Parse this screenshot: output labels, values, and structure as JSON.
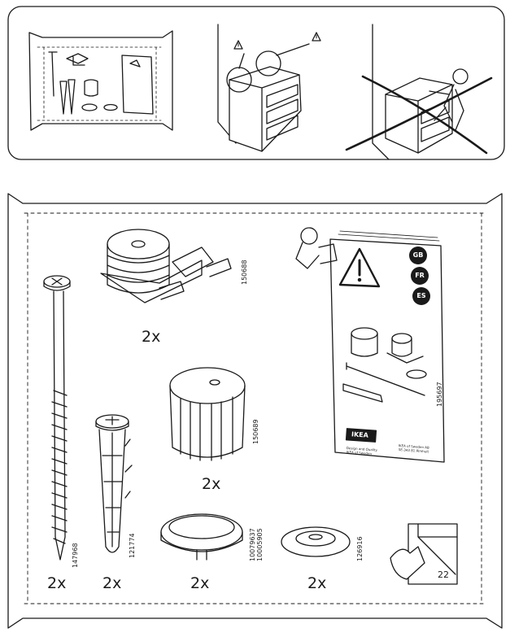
{
  "parts": [
    {
      "id": "screw",
      "quantity": "2x",
      "article_number": "147968"
    },
    {
      "id": "plug",
      "quantity": "2x",
      "article_number": "121774"
    },
    {
      "id": "bracket",
      "quantity": "2x",
      "article_number": "150688"
    },
    {
      "id": "knob",
      "quantity": "2x",
      "article_number": "150689"
    },
    {
      "id": "cap",
      "quantity": "2x",
      "article_number_lines": [
        "10079637",
        "10005905"
      ]
    },
    {
      "id": "washer",
      "quantity": "2x",
      "article_number": "126916"
    }
  ],
  "leaflet": {
    "languages": [
      "GB",
      "FR",
      "ES"
    ],
    "article_number": "195697",
    "brand": "IKEA",
    "footer_left_lines": [
      "Design and Quality",
      "IKEA of Sweden"
    ],
    "footer_right_lines": [
      "IKEA of Sweden AB",
      "SE-343 81 Älmhult"
    ]
  },
  "page_number": "22",
  "colors": {
    "line": "#1a1a1a",
    "background": "#ffffff"
  },
  "icons": [
    "warning-triangle-icon",
    "page-turn-icon"
  ]
}
